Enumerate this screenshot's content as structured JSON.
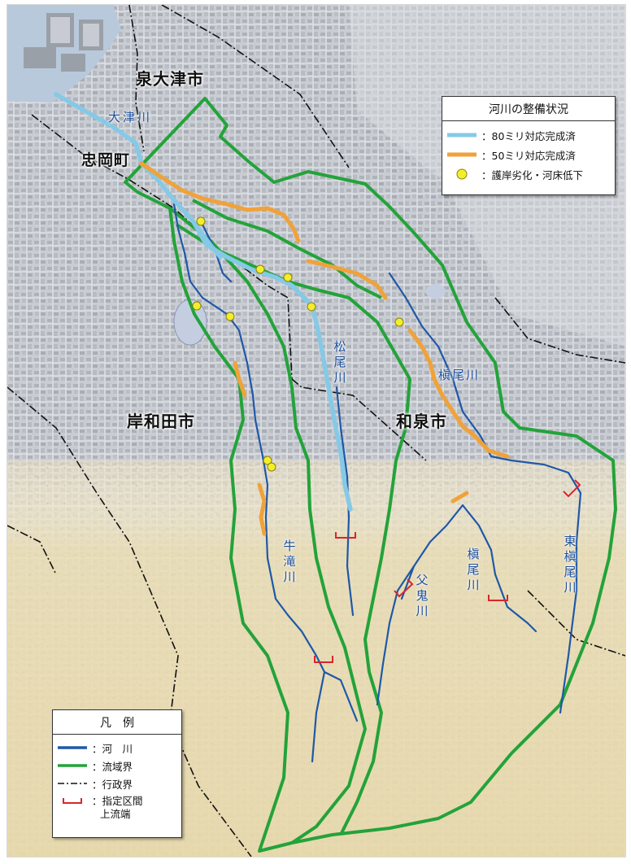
{
  "places": {
    "izumiotsu": "泉大津市",
    "tadaoka": "忠岡町",
    "kishiwada": "岸和田市",
    "izumi": "和泉市"
  },
  "rivers": {
    "otsu": "大津川",
    "matsuo": "松尾川",
    "makio_main": "槇尾川",
    "makio_sub": "槇尾川",
    "higashi_makio": "東槇尾川",
    "chichioni": "父鬼川",
    "ushitaki": "牛滝川"
  },
  "status_legend": {
    "title": "河川の整備状況",
    "items": [
      {
        "label": "：80ミリ対応完成済",
        "color": "#86c9e6"
      },
      {
        "label": "：50ミリ対応完成済",
        "color": "#f0a23a"
      },
      {
        "label": "：護岸劣化・河床低下",
        "color": "#f3ee2b"
      }
    ]
  },
  "main_legend": {
    "title": "凡　例",
    "items": [
      {
        "label": "：河　川",
        "color": "#1f58a8"
      },
      {
        "label": "：流域界",
        "color": "#23a33a"
      },
      {
        "label": "：行政界",
        "color": "#111111"
      },
      {
        "label": "：指定区間",
        "label2": "上流端",
        "color": "#d8262b"
      }
    ]
  }
}
